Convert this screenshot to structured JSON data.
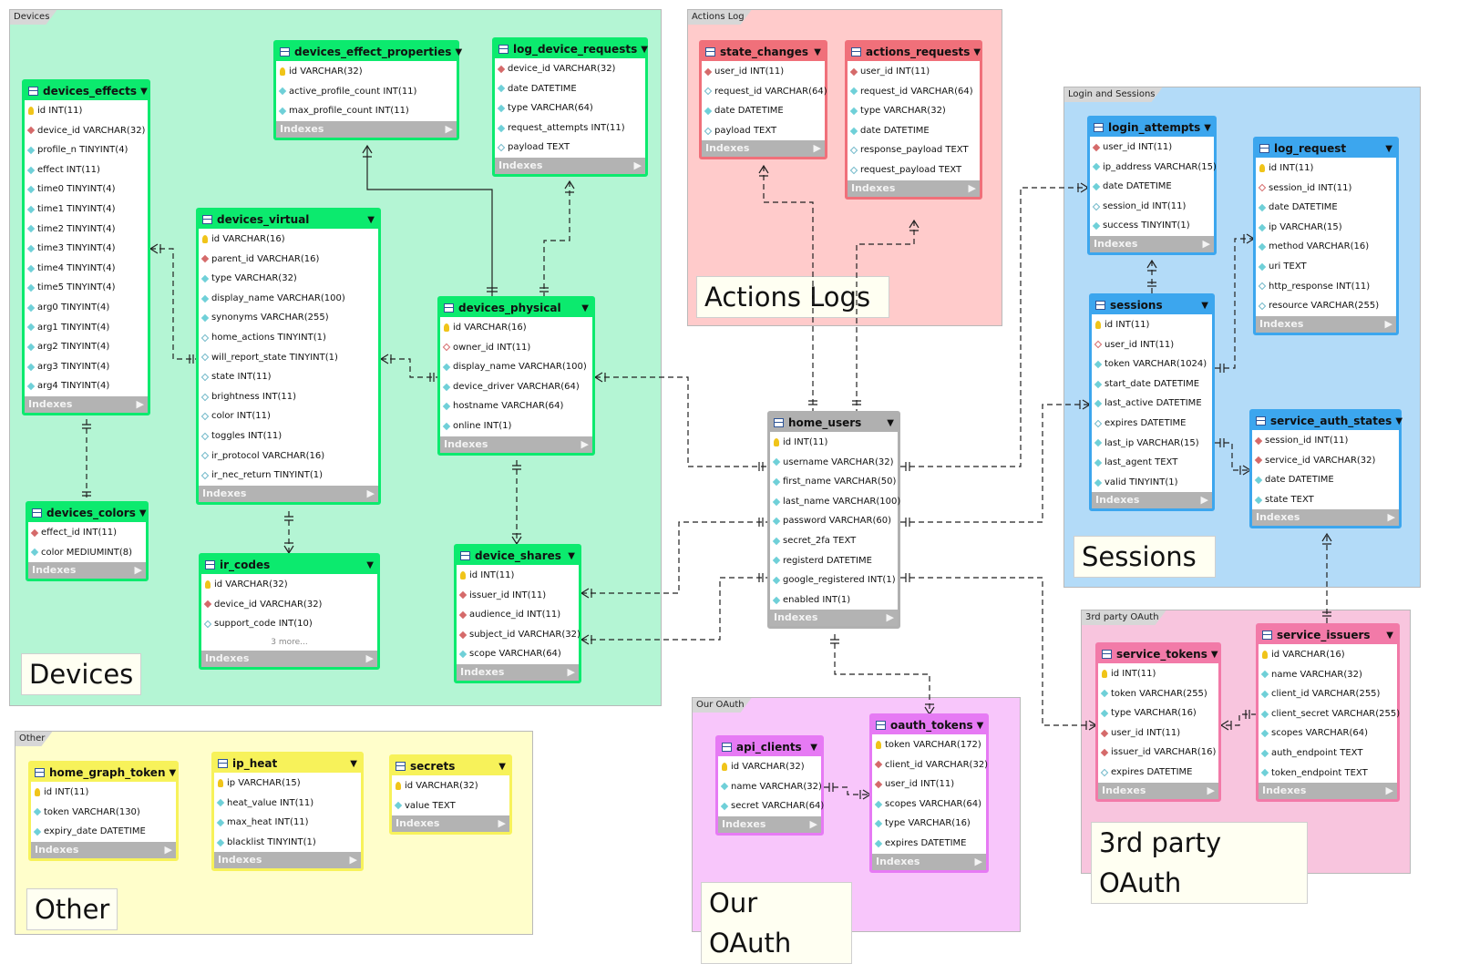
{
  "regions": [
    {
      "id": "devices",
      "label": "Devices",
      "caption": "Devices",
      "bg": "#b4f5d4"
    },
    {
      "id": "actions-log",
      "label": "Actions Log",
      "caption": "Actions Logs",
      "bg": "#ffcbcb"
    },
    {
      "id": "login-sessions",
      "label": "Login and Sessions",
      "caption": "Sessions",
      "bg": "#b3dbf8"
    },
    {
      "id": "third-party-oauth",
      "label": "3rd party OAuth",
      "caption": "3rd party OAuth",
      "bg": "#f8c5de"
    },
    {
      "id": "our-oauth",
      "label": "Our OAuth",
      "caption": "Our OAuth",
      "bg": "#f8c6fb"
    },
    {
      "id": "other",
      "label": "Other",
      "caption": "Other",
      "bg": "#fffecb"
    }
  ],
  "colors": {
    "green": "#0cea6e",
    "red": "#f0707a",
    "blue": "#3ca6ee",
    "pink": "#f27aa8",
    "magenta": "#e67af4",
    "yellow": "#f7f25a"
  },
  "indexes_label": "Indexes",
  "tables": [
    {
      "id": "devices_effects",
      "name": "devices_effects",
      "color": "green",
      "columns": [
        {
          "k": "pk",
          "t": "id INT(11)"
        },
        {
          "k": "fk",
          "t": "device_id VARCHAR(32)"
        },
        {
          "k": "col",
          "t": "profile_n TINYINT(4)"
        },
        {
          "k": "col",
          "t": "effect INT(11)"
        },
        {
          "k": "col",
          "t": "time0 TINYINT(4)"
        },
        {
          "k": "col",
          "t": "time1 TINYINT(4)"
        },
        {
          "k": "col",
          "t": "time2 TINYINT(4)"
        },
        {
          "k": "col",
          "t": "time3 TINYINT(4)"
        },
        {
          "k": "col",
          "t": "time4 TINYINT(4)"
        },
        {
          "k": "col",
          "t": "time5 TINYINT(4)"
        },
        {
          "k": "col",
          "t": "arg0 TINYINT(4)"
        },
        {
          "k": "col",
          "t": "arg1 TINYINT(4)"
        },
        {
          "k": "col",
          "t": "arg2 TINYINT(4)"
        },
        {
          "k": "col",
          "t": "arg3 TINYINT(4)"
        },
        {
          "k": "col",
          "t": "arg4 TINYINT(4)"
        }
      ]
    },
    {
      "id": "devices_effect_properties",
      "name": "devices_effect_properties",
      "color": "green",
      "columns": [
        {
          "k": "pk",
          "t": "id VARCHAR(32)"
        },
        {
          "k": "col",
          "t": "active_profile_count INT(11)"
        },
        {
          "k": "col",
          "t": "max_profile_count INT(11)"
        }
      ]
    },
    {
      "id": "log_device_requests",
      "name": "log_device_requests",
      "color": "green",
      "columns": [
        {
          "k": "fk",
          "t": "device_id VARCHAR(32)"
        },
        {
          "k": "col",
          "t": "date DATETIME"
        },
        {
          "k": "col",
          "t": "type VARCHAR(64)"
        },
        {
          "k": "col",
          "t": "request_attempts INT(11)"
        },
        {
          "k": "opt",
          "t": "payload TEXT"
        }
      ]
    },
    {
      "id": "devices_virtual",
      "name": "devices_virtual",
      "color": "green",
      "columns": [
        {
          "k": "pk",
          "t": "id VARCHAR(16)"
        },
        {
          "k": "fk",
          "t": "parent_id VARCHAR(16)"
        },
        {
          "k": "col",
          "t": "type VARCHAR(32)"
        },
        {
          "k": "col",
          "t": "display_name VARCHAR(100)"
        },
        {
          "k": "col",
          "t": "synonyms VARCHAR(255)"
        },
        {
          "k": "opt",
          "t": "home_actions TINYINT(1)"
        },
        {
          "k": "opt",
          "t": "will_report_state TINYINT(1)"
        },
        {
          "k": "opt",
          "t": "state INT(11)"
        },
        {
          "k": "opt",
          "t": "brightness INT(11)"
        },
        {
          "k": "opt",
          "t": "color INT(11)"
        },
        {
          "k": "opt",
          "t": "toggles INT(11)"
        },
        {
          "k": "opt",
          "t": "ir_protocol VARCHAR(16)"
        },
        {
          "k": "opt",
          "t": "ir_nec_return TINYINT(1)"
        }
      ]
    },
    {
      "id": "devices_physical",
      "name": "devices_physical",
      "color": "green",
      "columns": [
        {
          "k": "pk",
          "t": "id VARCHAR(16)"
        },
        {
          "k": "nn",
          "t": "owner_id INT(11)"
        },
        {
          "k": "col",
          "t": "display_name VARCHAR(100)"
        },
        {
          "k": "col",
          "t": "device_driver VARCHAR(64)"
        },
        {
          "k": "col",
          "t": "hostname VARCHAR(64)"
        },
        {
          "k": "col",
          "t": "online INT(1)"
        }
      ]
    },
    {
      "id": "devices_colors",
      "name": "devices_colors",
      "color": "green",
      "columns": [
        {
          "k": "fk",
          "t": "effect_id INT(11)"
        },
        {
          "k": "col",
          "t": "color MEDIUMINT(8)"
        }
      ]
    },
    {
      "id": "ir_codes",
      "name": "ir_codes",
      "color": "green",
      "more": "3 more...",
      "columns": [
        {
          "k": "pk",
          "t": "id VARCHAR(32)"
        },
        {
          "k": "fk",
          "t": "device_id VARCHAR(32)"
        },
        {
          "k": "opt",
          "t": "support_code INT(10)"
        }
      ]
    },
    {
      "id": "device_shares",
      "name": "device_shares",
      "color": "green",
      "columns": [
        {
          "k": "pk",
          "t": "id INT(11)"
        },
        {
          "k": "fk",
          "t": "issuer_id INT(11)"
        },
        {
          "k": "fk",
          "t": "audience_id INT(11)"
        },
        {
          "k": "fk",
          "t": "subject_id VARCHAR(32)"
        },
        {
          "k": "col",
          "t": "scope VARCHAR(64)"
        }
      ]
    },
    {
      "id": "state_changes",
      "name": "state_changes",
      "color": "red",
      "columns": [
        {
          "k": "fk",
          "t": "user_id INT(11)"
        },
        {
          "k": "opt",
          "t": "request_id VARCHAR(64)"
        },
        {
          "k": "col",
          "t": "date DATETIME"
        },
        {
          "k": "opt",
          "t": "payload TEXT"
        }
      ]
    },
    {
      "id": "actions_requests",
      "name": "actions_requests",
      "color": "red",
      "columns": [
        {
          "k": "fk",
          "t": "user_id INT(11)"
        },
        {
          "k": "col",
          "t": "request_id VARCHAR(64)"
        },
        {
          "k": "col",
          "t": "type VARCHAR(32)"
        },
        {
          "k": "col",
          "t": "date DATETIME"
        },
        {
          "k": "opt",
          "t": "response_payload TEXT"
        },
        {
          "k": "opt",
          "t": "request_payload TEXT"
        }
      ]
    },
    {
      "id": "home_users",
      "name": "home_users",
      "color": "gray",
      "columns": [
        {
          "k": "pk",
          "t": "id INT(11)"
        },
        {
          "k": "col",
          "t": "username VARCHAR(32)"
        },
        {
          "k": "col",
          "t": "first_name VARCHAR(50)"
        },
        {
          "k": "col",
          "t": "last_name VARCHAR(100)"
        },
        {
          "k": "col",
          "t": "password VARCHAR(60)"
        },
        {
          "k": "col",
          "t": "secret_2fa TEXT"
        },
        {
          "k": "col",
          "t": "registerd DATETIME"
        },
        {
          "k": "col",
          "t": "google_registered INT(1)"
        },
        {
          "k": "col",
          "t": "enabled INT(1)"
        }
      ]
    },
    {
      "id": "login_attempts",
      "name": "login_attempts",
      "color": "blue",
      "columns": [
        {
          "k": "fk",
          "t": "user_id INT(11)"
        },
        {
          "k": "col",
          "t": "ip_address VARCHAR(15)"
        },
        {
          "k": "col",
          "t": "date DATETIME"
        },
        {
          "k": "opt",
          "t": "session_id INT(11)"
        },
        {
          "k": "col",
          "t": "success TINYINT(1)"
        }
      ]
    },
    {
      "id": "log_request",
      "name": "log_request",
      "color": "blue",
      "columns": [
        {
          "k": "pk",
          "t": "id INT(11)"
        },
        {
          "k": "nn",
          "t": "session_id INT(11)"
        },
        {
          "k": "col",
          "t": "date DATETIME"
        },
        {
          "k": "col",
          "t": "ip VARCHAR(15)"
        },
        {
          "k": "col",
          "t": "method VARCHAR(16)"
        },
        {
          "k": "col",
          "t": "uri TEXT"
        },
        {
          "k": "opt",
          "t": "http_response INT(11)"
        },
        {
          "k": "opt",
          "t": "resource VARCHAR(255)"
        }
      ]
    },
    {
      "id": "sessions",
      "name": "sessions",
      "color": "blue",
      "columns": [
        {
          "k": "pk",
          "t": "id INT(11)"
        },
        {
          "k": "nn",
          "t": "user_id INT(11)"
        },
        {
          "k": "col",
          "t": "token VARCHAR(1024)"
        },
        {
          "k": "col",
          "t": "start_date DATETIME"
        },
        {
          "k": "col",
          "t": "last_active DATETIME"
        },
        {
          "k": "opt",
          "t": "expires DATETIME"
        },
        {
          "k": "col",
          "t": "last_ip VARCHAR(15)"
        },
        {
          "k": "col",
          "t": "last_agent TEXT"
        },
        {
          "k": "col",
          "t": "valid TINYINT(1)"
        }
      ]
    },
    {
      "id": "service_auth_states",
      "name": "service_auth_states",
      "color": "blue",
      "columns": [
        {
          "k": "fk",
          "t": "session_id INT(11)"
        },
        {
          "k": "fk",
          "t": "service_id VARCHAR(32)"
        },
        {
          "k": "col",
          "t": "date DATETIME"
        },
        {
          "k": "col",
          "t": "state TEXT"
        }
      ]
    },
    {
      "id": "service_tokens",
      "name": "service_tokens",
      "color": "pink",
      "columns": [
        {
          "k": "pk",
          "t": "id INT(11)"
        },
        {
          "k": "col",
          "t": "token VARCHAR(255)"
        },
        {
          "k": "col",
          "t": "type VARCHAR(16)"
        },
        {
          "k": "fk",
          "t": "user_id INT(11)"
        },
        {
          "k": "fk",
          "t": "issuer_id VARCHAR(16)"
        },
        {
          "k": "opt",
          "t": "expires DATETIME"
        }
      ]
    },
    {
      "id": "service_issuers",
      "name": "service_issuers",
      "color": "pink",
      "columns": [
        {
          "k": "pk",
          "t": "id VARCHAR(16)"
        },
        {
          "k": "col",
          "t": "name VARCHAR(32)"
        },
        {
          "k": "col",
          "t": "client_id VARCHAR(255)"
        },
        {
          "k": "col",
          "t": "client_secret VARCHAR(255)"
        },
        {
          "k": "col",
          "t": "scopes VARCHAR(64)"
        },
        {
          "k": "col",
          "t": "auth_endpoint TEXT"
        },
        {
          "k": "col",
          "t": "token_endpoint TEXT"
        }
      ]
    },
    {
      "id": "api_clients",
      "name": "api_clients",
      "color": "magenta",
      "columns": [
        {
          "k": "pk",
          "t": "id VARCHAR(32)"
        },
        {
          "k": "col",
          "t": "name VARCHAR(32)"
        },
        {
          "k": "col",
          "t": "secret VARCHAR(64)"
        }
      ]
    },
    {
      "id": "oauth_tokens",
      "name": "oauth_tokens",
      "color": "magenta",
      "columns": [
        {
          "k": "pk",
          "t": "token VARCHAR(172)"
        },
        {
          "k": "fk",
          "t": "client_id VARCHAR(32)"
        },
        {
          "k": "fk",
          "t": "user_id INT(11)"
        },
        {
          "k": "col",
          "t": "scopes VARCHAR(64)"
        },
        {
          "k": "col",
          "t": "type VARCHAR(16)"
        },
        {
          "k": "col",
          "t": "expires DATETIME"
        }
      ]
    },
    {
      "id": "home_graph_token",
      "name": "home_graph_token",
      "color": "yellow",
      "columns": [
        {
          "k": "pk",
          "t": "id INT(11)"
        },
        {
          "k": "col",
          "t": "token VARCHAR(130)"
        },
        {
          "k": "col",
          "t": "expiry_date DATETIME"
        }
      ]
    },
    {
      "id": "ip_heat",
      "name": "ip_heat",
      "color": "yellow",
      "columns": [
        {
          "k": "pk",
          "t": "ip VARCHAR(15)"
        },
        {
          "k": "col",
          "t": "heat_value INT(11)"
        },
        {
          "k": "col",
          "t": "max_heat INT(11)"
        },
        {
          "k": "col",
          "t": "blacklist TINYINT(1)"
        }
      ]
    },
    {
      "id": "secrets",
      "name": "secrets",
      "color": "yellow",
      "columns": [
        {
          "k": "pk",
          "t": "id VARCHAR(32)"
        },
        {
          "k": "col",
          "t": "value TEXT"
        }
      ]
    }
  ]
}
